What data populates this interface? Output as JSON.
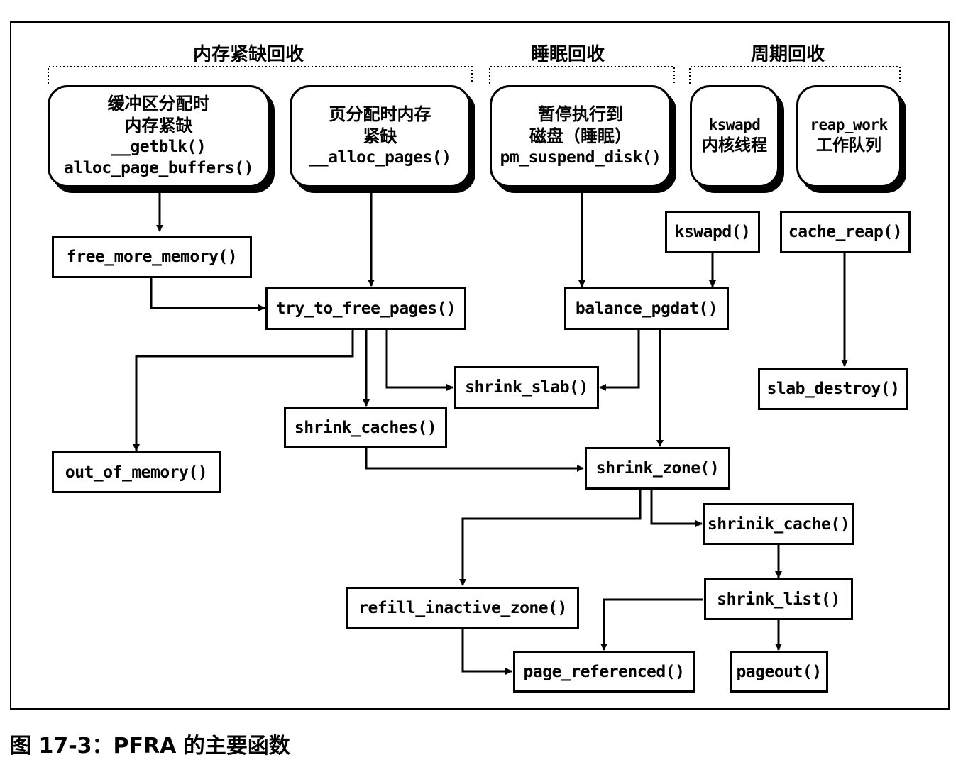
{
  "groups": {
    "memory_shortage": "内存紧缺回收",
    "sleep": "睡眠回收",
    "periodic": "周期回收"
  },
  "triggers": {
    "buffer_alloc": {
      "line1": "缓冲区分配时",
      "line2": "内存紧缺",
      "fn1": "__getblk()",
      "fn2": "alloc_page_buffers()"
    },
    "page_alloc": {
      "line1": "页分配时内存",
      "line2": "紧缺",
      "fn1": "__alloc_pages()"
    },
    "suspend": {
      "line1": "暂停执行到",
      "line2": "磁盘（睡眠）",
      "fn1": "pm_suspend_disk()"
    },
    "kswapd_thread": {
      "fn1": "kswapd",
      "line1": "内核线程"
    },
    "reap_work": {
      "fn1": "reap_work",
      "line1": "工作队列"
    }
  },
  "functions": {
    "free_more_memory": "free_more_memory()",
    "try_to_free_pages": "try_to_free_pages()",
    "kswapd": "kswapd()",
    "cache_reap": "cache_reap()",
    "balance_pgdat": "balance_pgdat()",
    "shrink_slab": "shrink_slab()",
    "slab_destroy": "slab_destroy()",
    "shrink_caches": "shrink_caches()",
    "out_of_memory": "out_of_memory()",
    "shrink_zone": "shrink_zone()",
    "shrink_cache": "shrinik_cache()",
    "refill_inactive_zone": "refill_inactive_zone()",
    "shrink_list": "shrink_list()",
    "page_referenced": "page_referenced()",
    "pageout": "pageout()"
  },
  "caption": "图 17-3：PFRA 的主要函数"
}
